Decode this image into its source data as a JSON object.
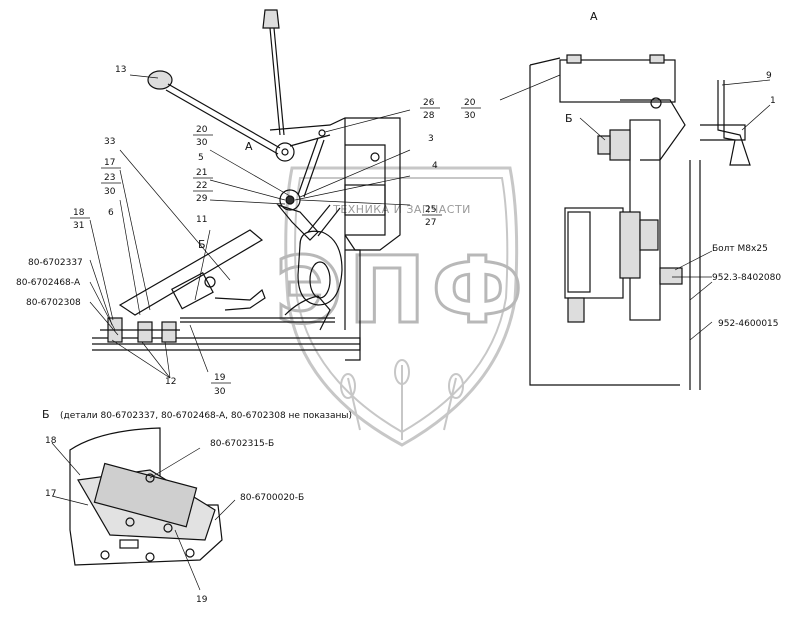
{
  "callouts": {
    "view_a": "А",
    "view_a_small": "А",
    "view_b_marker": "Б",
    "view_b_title": "Б",
    "view_b_note": "(детали 80-6702337, 80-6702468-А, 80-6702308 не показаны)",
    "n13": "13",
    "n26": "26",
    "n28": "28",
    "n20": "20",
    "n30": "30",
    "n3": "3",
    "n5": "5",
    "n21": "21",
    "n22": "22",
    "n29": "29",
    "n4": "4",
    "n25": "25",
    "n27": "27",
    "n33": "33",
    "n17": "17",
    "n23": "23",
    "n30b": "30",
    "n18": "18",
    "n31": "31",
    "n6": "6",
    "n11": "11",
    "n12": "12",
    "n19": "19",
    "n30c": "30",
    "p6702337": "80-6702337",
    "p6702468": "80-6702468-А",
    "p6702308": "80-6702308",
    "a_n20": "20",
    "a_n30": "30",
    "a_n9": "9",
    "a_n1": "1",
    "a_b": "Б",
    "bolt": "Болт М8х25",
    "p8402080": "952.3-8402080",
    "p4600015": "952-4600015",
    "b_n18": "18",
    "b_n17": "17",
    "b_n19": "19",
    "p6702315": "80-6702315-Б",
    "p6700020": "80-6700020-Б"
  },
  "watermark": {
    "text": "ТЕХНИКА И ЗАПЧАСТИ",
    "letters": "ЭПФ",
    "color": "#9a9a9a"
  }
}
